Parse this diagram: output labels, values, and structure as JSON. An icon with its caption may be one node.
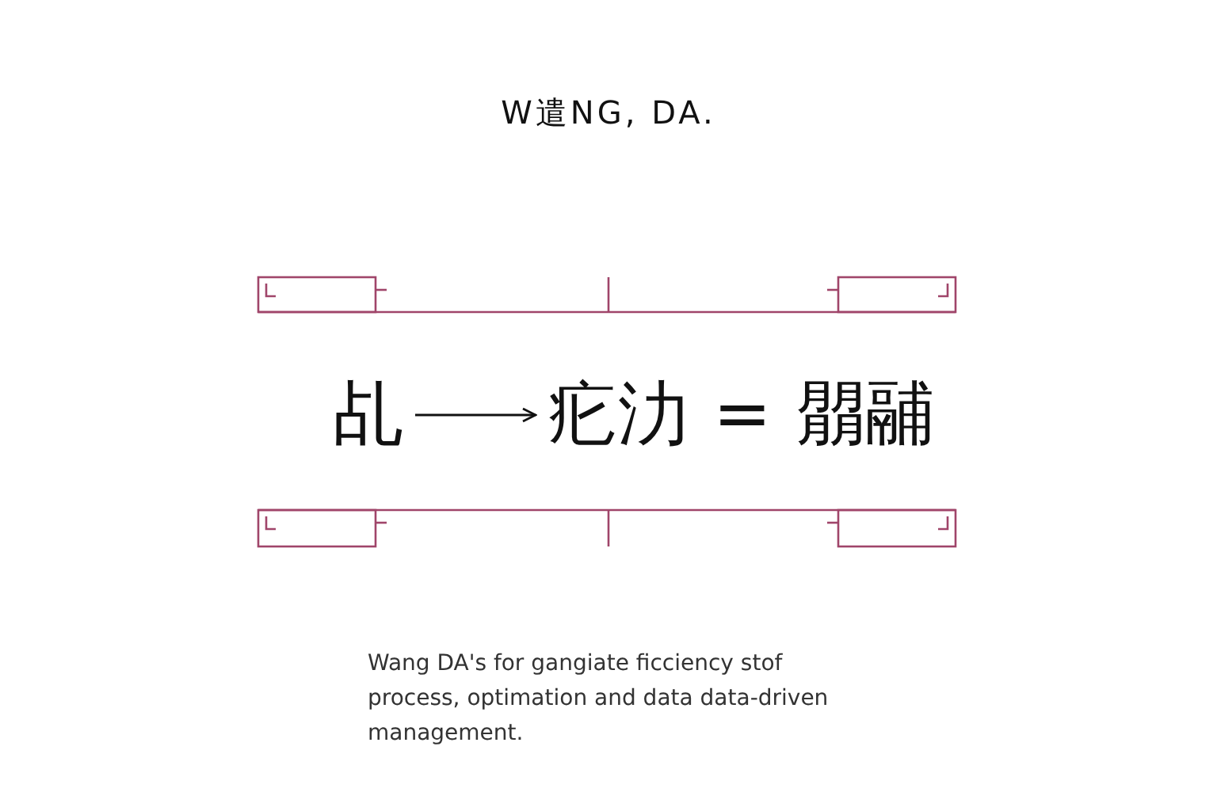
{
  "diagram": {
    "title": "W遣NG, DA.",
    "nodes": [
      {
        "text": [
          "乩"
        ]
      },
      {
        "text": [
          "疕氻"
        ]
      },
      {
        "text": [
          "朤鬴"
        ]
      }
    ],
    "edges": [
      {
        "from": 0,
        "to": 1,
        "arrow": "to"
      }
    ],
    "labels": [
      "="
    ],
    "caption": "Wang DA's for gangiate ficciency stof process, optimation and data data-driven management."
  }
}
